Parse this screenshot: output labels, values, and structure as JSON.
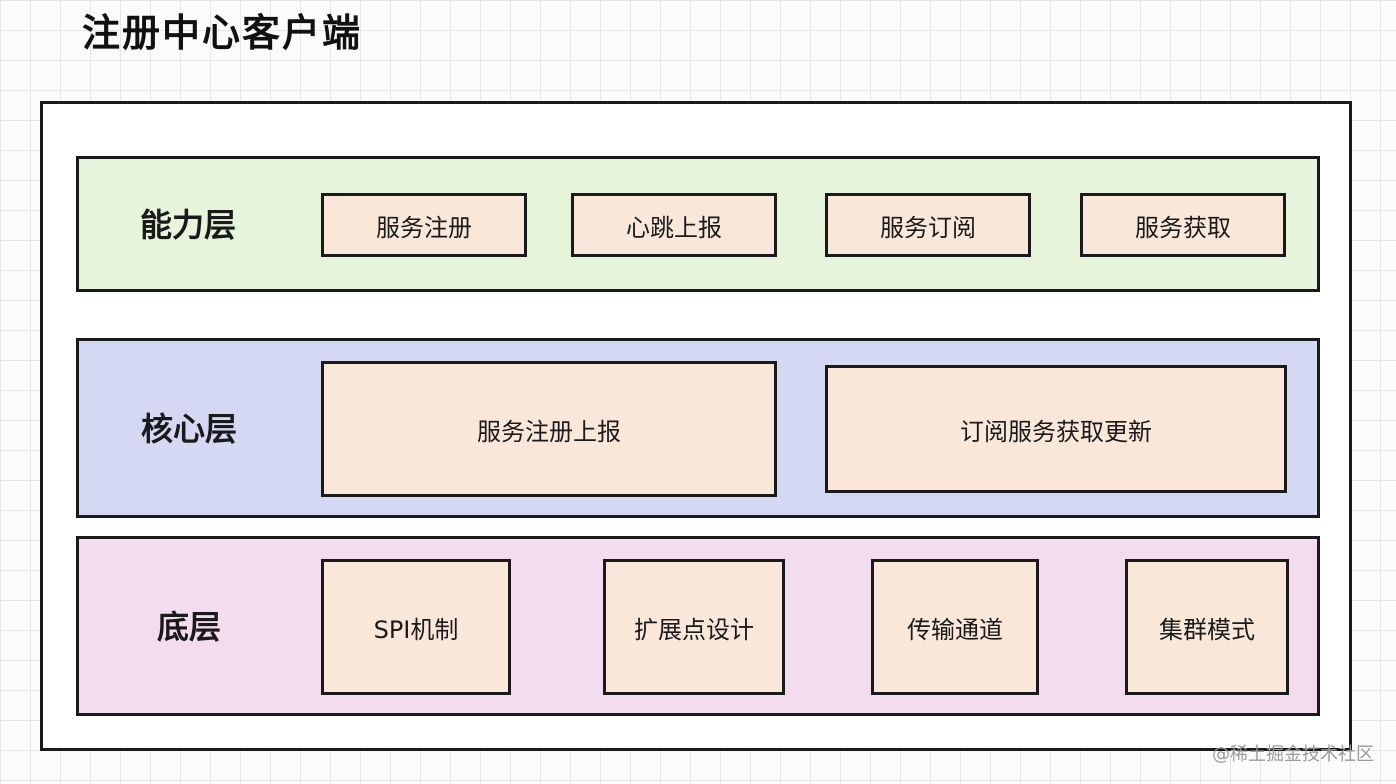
{
  "title": "注册中心客户端",
  "layers": {
    "capability": {
      "label": "能力层",
      "modules": [
        "服务注册",
        "心跳上报",
        "服务订阅",
        "服务获取"
      ]
    },
    "core": {
      "label": "核心层",
      "modules": [
        "服务注册上报",
        "订阅服务获取更新"
      ]
    },
    "base": {
      "label": "底层",
      "modules": [
        "SPI机制",
        "扩展点设计",
        "传输通道",
        "集群模式"
      ]
    }
  },
  "colors": {
    "capability_bg": "#e6f4db",
    "core_bg": "#d5d8f2",
    "base_bg": "#f2dcee",
    "module_bg": "#f9e8da",
    "border": "#1a1a1a"
  },
  "attribution": "@稀土掘金技术社区"
}
